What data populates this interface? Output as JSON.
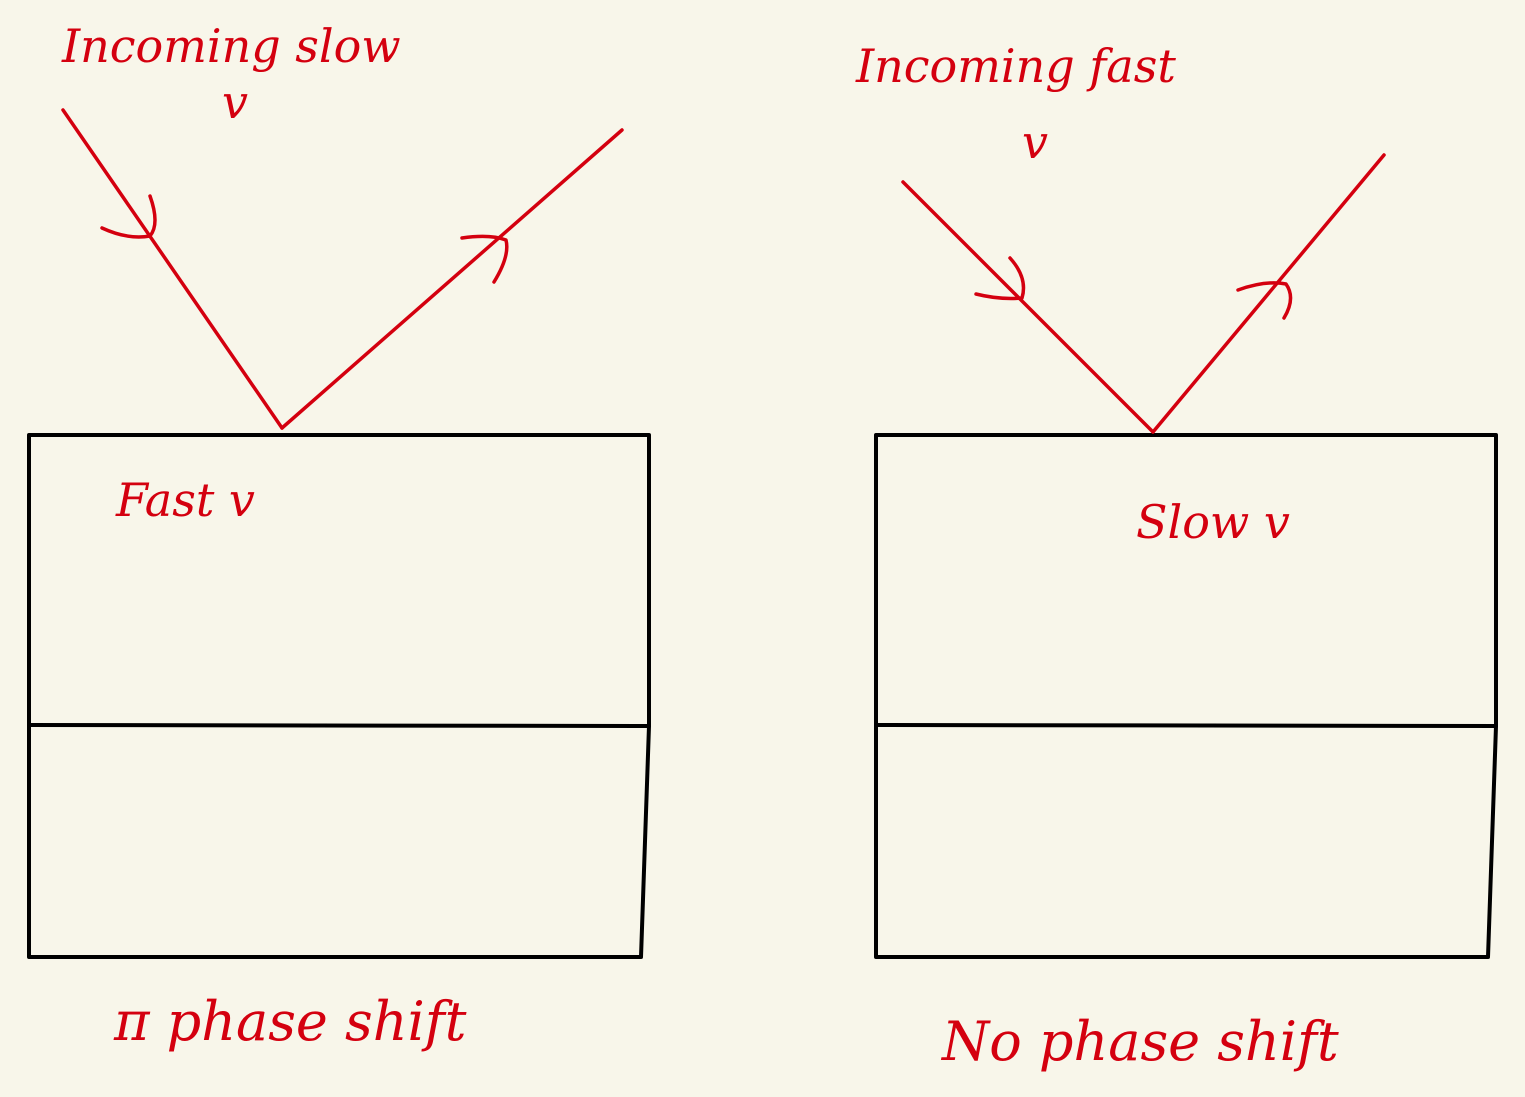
{
  "colors": {
    "background": "#f8f6ea",
    "ink_red": "#d4000f",
    "ink_black": "#000000"
  },
  "left_panel": {
    "incoming_label": "Incoming slow",
    "incoming_symbol": "v",
    "medium_label": "Fast v",
    "result_label": "π phase shift"
  },
  "right_panel": {
    "incoming_label": "Incoming fast",
    "incoming_symbol": "v",
    "medium_label": "Slow v",
    "result_label": "No phase shift"
  }
}
